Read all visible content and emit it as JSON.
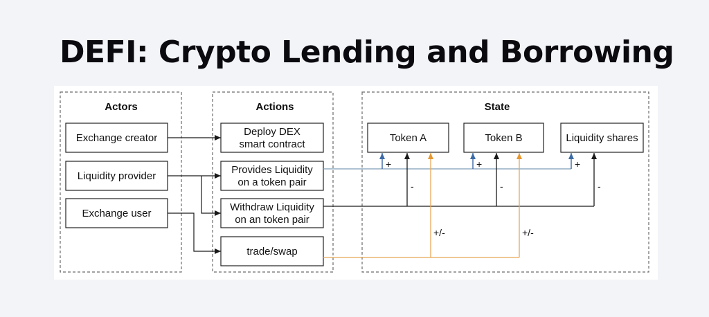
{
  "title": "DEFI: Crypto Lending and Borrowing",
  "groups": {
    "actors": "Actors",
    "actions": "Actions",
    "state": "State"
  },
  "actors": {
    "exchange_creator": "Exchange creator",
    "liquidity_provider": "Liquidity provider",
    "exchange_user": "Exchange user"
  },
  "actions": {
    "deploy_line1": "Deploy DEX",
    "deploy_line2": "smart contract",
    "provide_line1": "Provides Liquidity",
    "provide_line2": "on a token  pair",
    "withdraw_line1": "Withdraw Liquidity",
    "withdraw_line2": "on an token pair",
    "trade": "trade/swap"
  },
  "state": {
    "token_a": "Token A",
    "token_b": "Token B",
    "liquidity_shares": "Liquidity shares"
  },
  "signs": {
    "plus": "+",
    "minus": "-",
    "plus_minus": "+/-"
  },
  "colors": {
    "provide_line": "#7d9cb8",
    "trade_line": "#e8a857",
    "arrow_provide": "#3b6aa6",
    "arrow_trade": "#e8962e",
    "default_line": "#1a1a1a"
  }
}
